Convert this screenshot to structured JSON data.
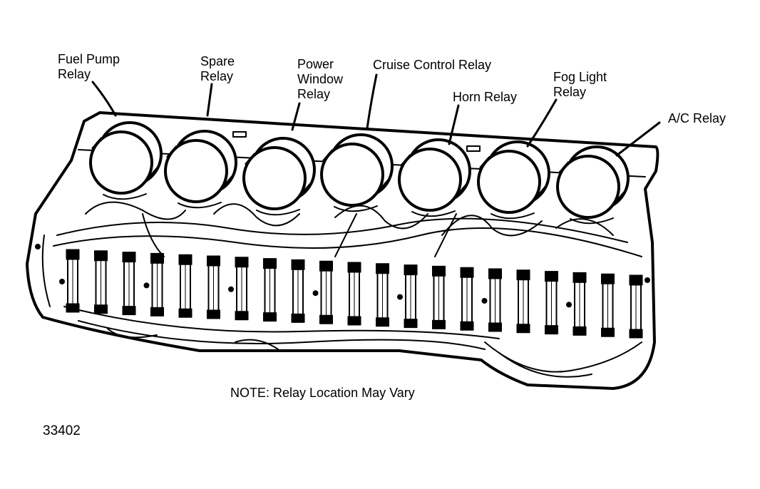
{
  "labels": {
    "fuel_pump": [
      "Fuel Pump",
      "Relay"
    ],
    "spare": [
      "Spare",
      "Relay"
    ],
    "power_window": [
      "Power",
      "Window",
      "Relay"
    ],
    "cruise_control": [
      "Cruise Control Relay"
    ],
    "horn": [
      "Horn Relay"
    ],
    "fog_light": [
      "Fog Light",
      "Relay"
    ],
    "ac": [
      "A/C Relay"
    ]
  },
  "note": "NOTE: Relay Location May Vary",
  "figure_number": "33402",
  "colors": {
    "ink": "#000000",
    "paper": "#ffffff"
  }
}
